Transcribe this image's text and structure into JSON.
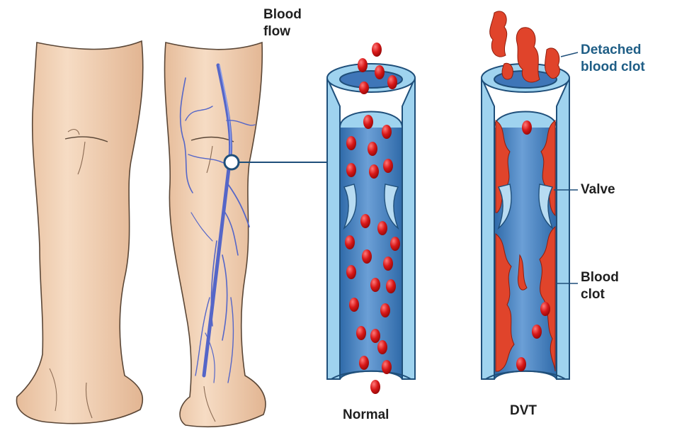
{
  "labels": {
    "blood_flow_line1": "Blood",
    "blood_flow_line2": "flow",
    "detached_line1": "Detached",
    "detached_line2": "blood clot",
    "valve": "Valve",
    "blood_clot_line1": "Blood",
    "blood_clot_line2": "clot",
    "normal": "Normal",
    "dvt": "DVT"
  },
  "colors": {
    "skin": "#f3d2b6",
    "skin_shadow": "#e4b997",
    "outline": "#5a4636",
    "vein": "#5566c8",
    "vessel_wall": "#9fd3ef",
    "vessel_edge": "#1f4f7a",
    "vessel_lumen": "#4f86c6",
    "blood_cell": "#d81818",
    "clot": "#e0442b",
    "label_blue": "#1f5e86"
  }
}
